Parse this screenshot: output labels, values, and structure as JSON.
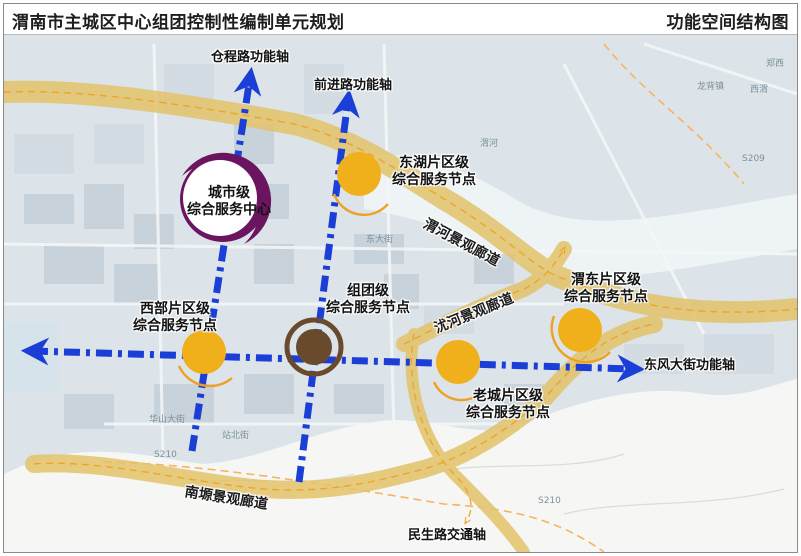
{
  "header": {
    "title": "渭南市主城区中心组团控制性编制单元规划",
    "map_title": "功能空间结构图"
  },
  "axes": {
    "cangcheng": "仓程路功能轴",
    "qianjin": "前进路功能轴",
    "dongfeng": "东风大街功能轴",
    "minsheng": "民生路交通轴"
  },
  "corridors": {
    "weihe": "渭河景观廊道",
    "yuanhe": "沋河景观廊道",
    "nanyuan": "南塬景观廊道"
  },
  "nodes": {
    "city_center": "城市级\n综合服务中心",
    "group_node": "组团级\n综合服务节点",
    "donghu": "东湖片区级\n综合服务节点",
    "xibu": "西部片区级\n综合服务节点",
    "laocheng": "老城片区级\n综合服务节点",
    "weidong": "渭东片区级\n综合服务节点"
  },
  "basemap_labels": {
    "longbei": "龙背镇",
    "zhengxi": "郑西",
    "xiwei": "西渭",
    "s209": "S209",
    "s210_left": "S210",
    "s210_right": "S210",
    "huashan": "华山大街",
    "zhanbei": "站北街",
    "dongdajie": "东大街",
    "weihe_river": "渭河"
  },
  "colors": {
    "axis_blue": "#1b3fd6",
    "corridor": "#e3c36a",
    "node_orange": "#f0b01c",
    "city_center_purple": "#6b1560",
    "group_brown": "#6a4a2c"
  }
}
